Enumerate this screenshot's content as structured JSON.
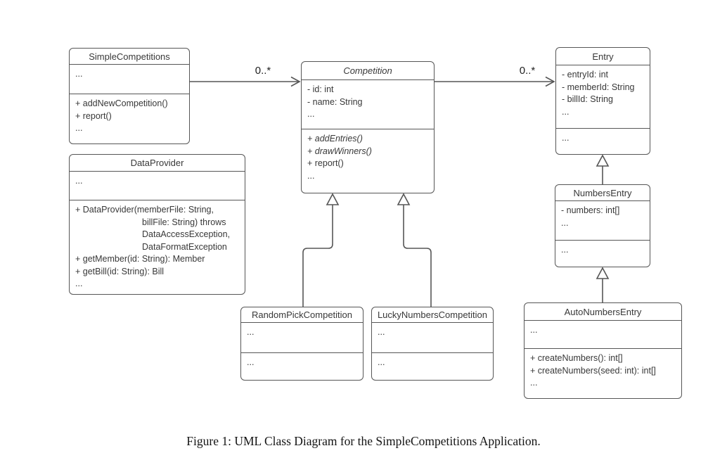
{
  "diagram": {
    "caption": "Figure 1: UML Class Diagram for the SimpleCompetitions Application.",
    "associations": {
      "competitions_multiplicity": "0..*",
      "entries_multiplicity": "0..*"
    },
    "colors": {
      "line": "#565656",
      "text": "#383838",
      "background": "#ffffff"
    },
    "classes": {
      "simple_competitions": {
        "title": "SimpleCompetitions",
        "attributes": [
          "..."
        ],
        "methods": [
          "+ addNewCompetition()",
          "+ report()",
          "..."
        ]
      },
      "data_provider": {
        "title": "DataProvider",
        "attributes": [
          "..."
        ],
        "methods": [
          "+ DataProvider(memberFile: String,",
          "billFile: String) throws",
          "DataAccessException,",
          "DataFormatException",
          "+ getMember(id: String): Member",
          "+ getBill(id: String): Bill",
          "..."
        ]
      },
      "competition": {
        "title": "Competition",
        "attributes": [
          "- id: int",
          "- name: String",
          "..."
        ],
        "methods": [
          "+ addEntries()",
          "+ drawWinners()",
          "+ report()",
          "..."
        ]
      },
      "random_pick_competition": {
        "title": "RandomPickCompetition",
        "attributes": [
          "..."
        ],
        "methods": [
          "..."
        ]
      },
      "lucky_numbers_competition": {
        "title": "LuckyNumbersCompetition",
        "attributes": [
          "..."
        ],
        "methods": [
          "..."
        ]
      },
      "entry": {
        "title": "Entry",
        "attributes": [
          "- entryId: int",
          "- memberId: String",
          "- billId: String",
          "..."
        ],
        "methods": [
          "..."
        ]
      },
      "numbers_entry": {
        "title": "NumbersEntry",
        "attributes": [
          "- numbers: int[]",
          "..."
        ],
        "methods": [
          "..."
        ]
      },
      "auto_numbers_entry": {
        "title": "AutoNumbersEntry",
        "attributes": [
          "..."
        ],
        "methods": [
          "+ createNumbers(): int[]",
          "+ createNumbers(seed: int): int[]",
          "..."
        ]
      }
    }
  }
}
